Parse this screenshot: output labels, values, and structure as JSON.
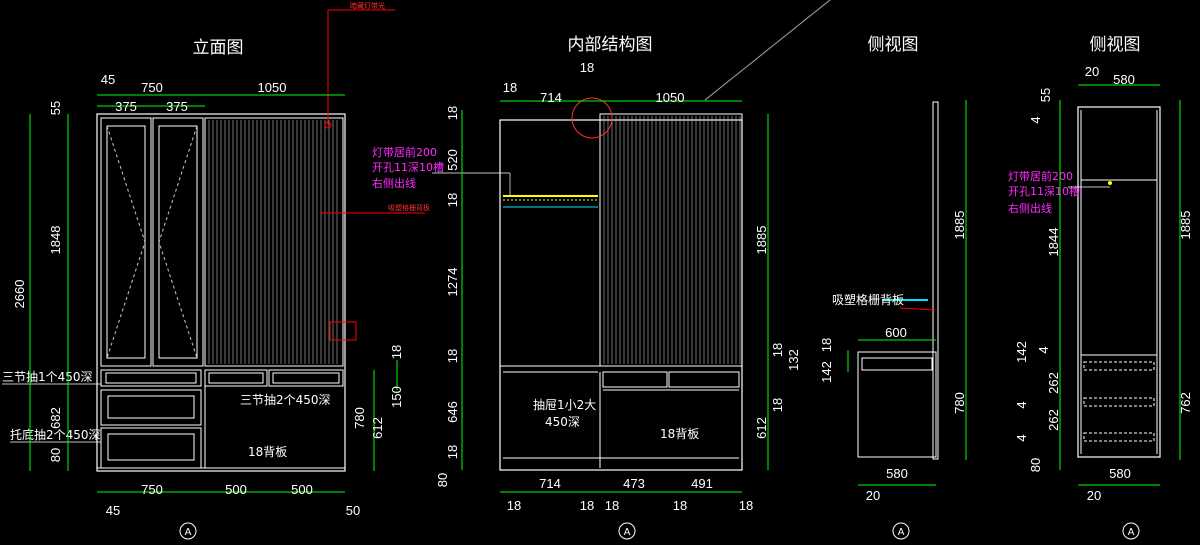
{
  "colors": {
    "background": "#000000",
    "outline": "#ffffff",
    "dimension": "#00ff00",
    "leader": "#ff0000",
    "note": "#ff2bff",
    "shelf_light": "#ffff00",
    "shelf_blue": "#00e5ff"
  },
  "views": {
    "elevation": {
      "title": "立面图",
      "marker": "A"
    },
    "internal": {
      "title": "内部结构图",
      "marker": "A"
    },
    "side1": {
      "title": "侧视图",
      "marker": "A"
    },
    "side2": {
      "title": "侧视图",
      "marker": "A"
    }
  },
  "elevation": {
    "top_dims": [
      "45",
      "750",
      "1050",
      "375",
      "375"
    ],
    "left_dims": [
      "55",
      "1848",
      "2660",
      "682",
      "80"
    ],
    "bottom_dims": [
      "750",
      "500",
      "500",
      "45",
      "50"
    ],
    "right_dims": [
      "18",
      "150",
      "780",
      "612"
    ],
    "labels": {
      "drawer_left": "三节抽1个450深",
      "drawer_right": "三节抽2个450深",
      "pull_basket": "托底抽2个450深",
      "back_panel": "18背板"
    },
    "red_notes": [
      "暗藏灯带光",
      "吸塑格栅背板"
    ]
  },
  "internal": {
    "top_dims": [
      "18",
      "714",
      "18",
      "1050"
    ],
    "left_dims": [
      "18",
      "520",
      "18",
      "1274",
      "18",
      "646",
      "18",
      "80"
    ],
    "right_dims": [
      "1885",
      "18",
      "132",
      "18",
      "612"
    ],
    "bottom_dims": [
      "714",
      "473",
      "491",
      "18",
      "18",
      "18",
      "18",
      "18"
    ],
    "notes": [
      "灯带居前200",
      "开孔11深10槽",
      "右侧出线"
    ],
    "labels": {
      "drawer": "抽屉1小2大",
      "depth": "450深",
      "back_panel": "18背板"
    }
  },
  "side1": {
    "dims": [
      "1885",
      "780",
      "600",
      "142",
      "18",
      "580",
      "20"
    ],
    "note": "吸塑格栅背板"
  },
  "side2": {
    "top_dims": [
      "20",
      "580"
    ],
    "left_dims": [
      "55",
      "4",
      "1844",
      "142",
      "4",
      "262",
      "4",
      "262",
      "4",
      "80"
    ],
    "right_dims": [
      "1885",
      "762"
    ],
    "bottom_dims": [
      "580",
      "20"
    ],
    "notes": [
      "灯带居前200",
      "开孔11深10槽",
      "右侧出线"
    ]
  }
}
